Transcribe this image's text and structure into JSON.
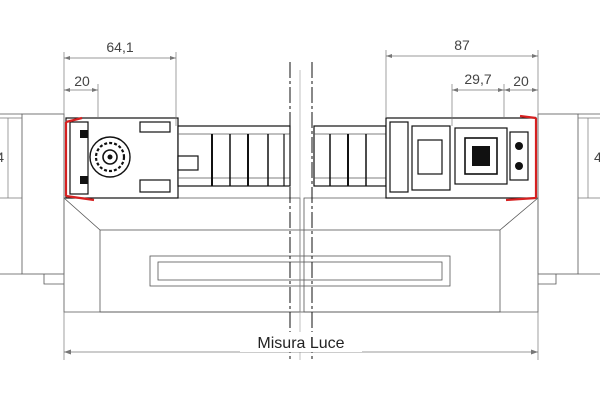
{
  "dimensions": {
    "top_left_outer": "64,1",
    "top_left_inner": "20",
    "top_right_outer": "87",
    "top_right_mid": "29,7",
    "top_right_inner": "20",
    "left_height_partial": "4",
    "right_height_partial": "4"
  },
  "labels": {
    "opening_width": "Misura Luce"
  },
  "colors": {
    "profile_red": "#d62020",
    "line_dark": "#111111",
    "hatch_gray": "#888888"
  }
}
